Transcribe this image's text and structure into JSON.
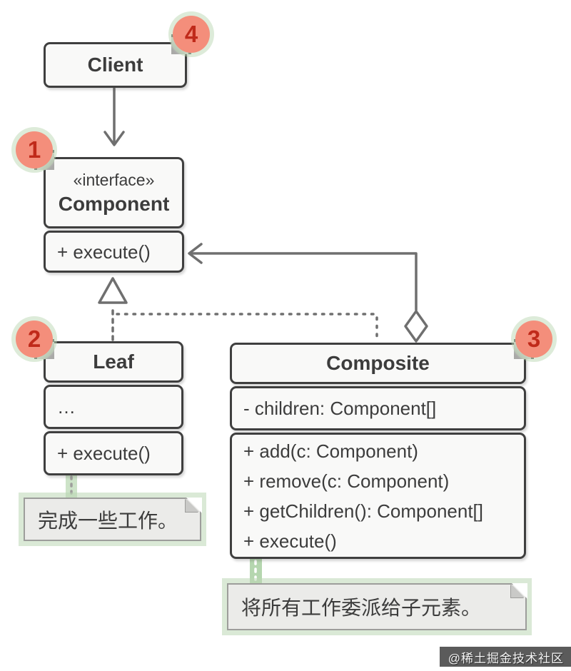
{
  "diagram": {
    "watermark": "@稀土掘金技术社区",
    "badges": {
      "component": "1",
      "leaf": "2",
      "composite": "3",
      "client": "4"
    },
    "classes": {
      "client": {
        "name": "Client"
      },
      "component": {
        "stereotype": "«interface»",
        "name": "Component",
        "methods": [
          "+ execute()"
        ]
      },
      "leaf": {
        "name": "Leaf",
        "attributes": [
          "…"
        ],
        "methods": [
          "+ execute()"
        ]
      },
      "composite": {
        "name": "Composite",
        "attributes": [
          "- children: Component[]"
        ],
        "methods": [
          "+ add(c: Component)",
          "+ remove(c: Component)",
          "+ getChildren(): Component[]",
          "+ execute()"
        ]
      }
    },
    "notes": {
      "leaf": "完成一些工作。",
      "composite": "将所有工作委派给子元素。"
    },
    "relationships": {
      "client_to_component": "dependency-arrow",
      "leaf_to_component": "realization-hollow-triangle",
      "composite_to_component": "realization-dashed",
      "composite_aggregates_component": "aggregation-hollow-diamond"
    },
    "colors": {
      "box_border": "#3f3f3f",
      "box_fill": "#f9f9f8",
      "text": "#3c3c3c",
      "line": "#6f6f6f",
      "note_fill": "#ebebe9",
      "note_border": "#9d9d9b",
      "note_halo": "#bcd9b6",
      "badge_fill": "#f48e7b",
      "badge_text": "#c02a1a",
      "watermark_bg": "rgba(45,45,45,0.78)",
      "watermark_text": "#f5f5f5"
    }
  }
}
